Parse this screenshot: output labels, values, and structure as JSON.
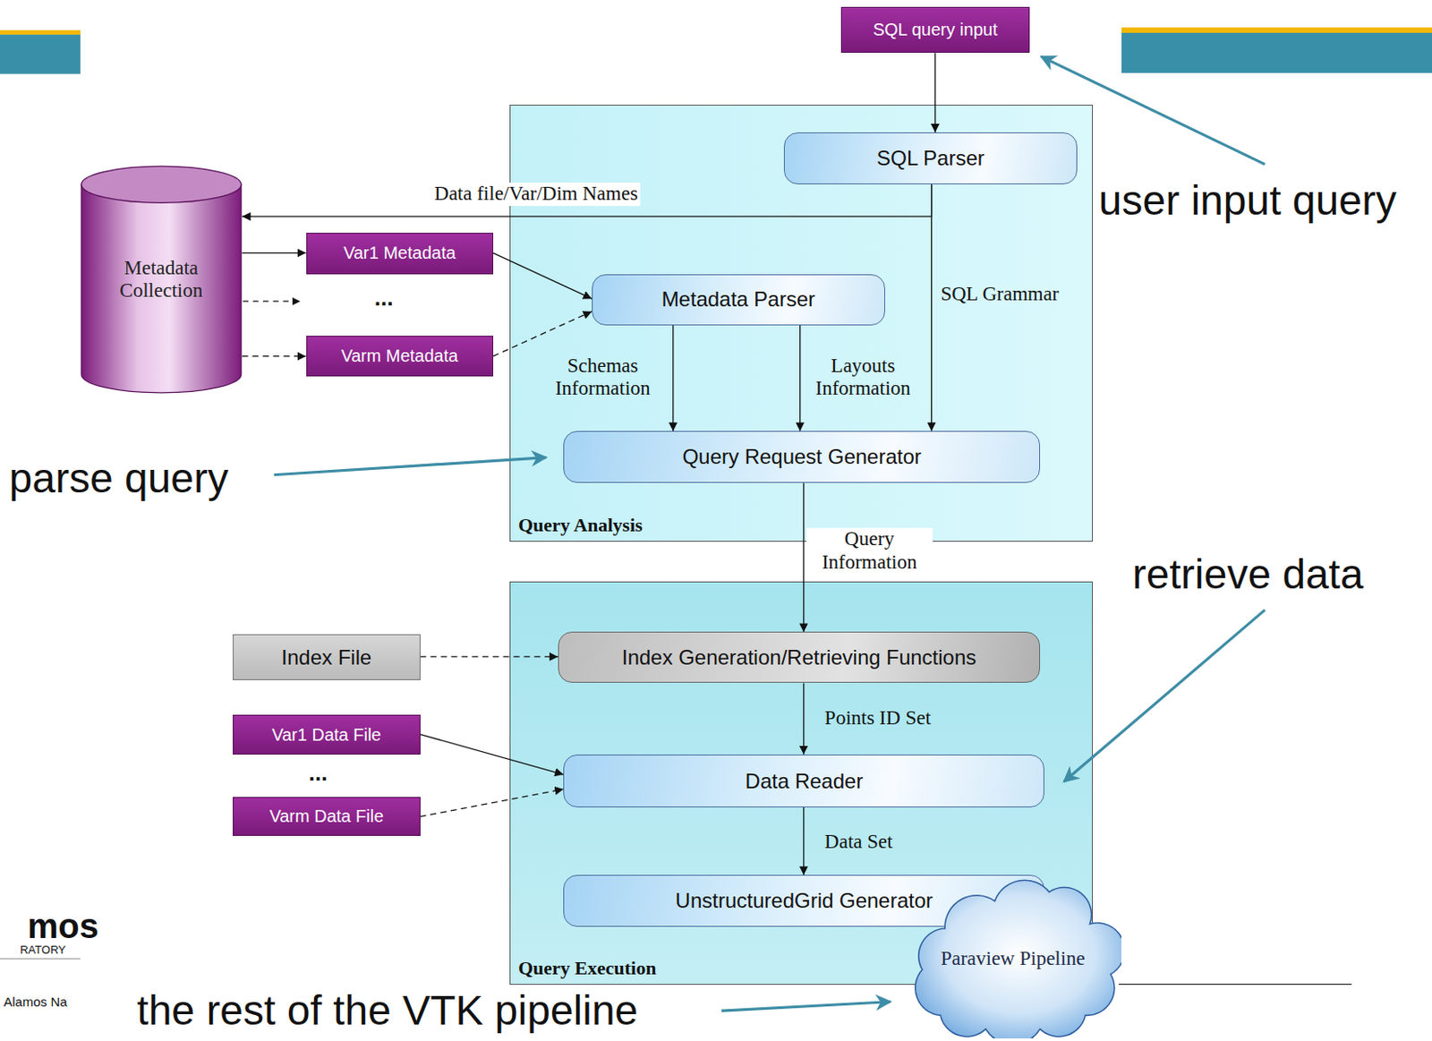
{
  "diagram": {
    "nodes": [
      {
        "text": [
          "SQL query input"
        ]
      },
      {
        "text": [
          "Query Analysis"
        ]
      },
      {
        "text": [
          "SQL Parser"
        ],
        "in": 1
      },
      {
        "text": [
          "Metadata Collection"
        ]
      },
      {
        "text": [
          "Var1 Metadata"
        ]
      },
      {
        "text": [
          "Varm Metadata"
        ]
      },
      {
        "text": [
          "Metadata Parser"
        ],
        "in": 1
      },
      {
        "text": [
          "Query Request Generator"
        ],
        "in": 1
      },
      {
        "text": [
          "Query Execution"
        ]
      },
      {
        "text": [
          "Index File"
        ]
      },
      {
        "text": [
          "Index Generation/Retrieving Functions"
        ],
        "in": 8
      },
      {
        "text": [
          "Var1 Data File"
        ]
      },
      {
        "text": [
          "Varm Data File"
        ]
      },
      {
        "text": [
          "Data Reader"
        ],
        "in": 8
      },
      {
        "text": [
          "UnstructuredGrid Generator"
        ],
        "in": 8
      },
      {
        "text": [
          "Paraview Pipeline"
        ]
      }
    ],
    "edges": [
      {
        "from": 0,
        "to": 2,
        "arrow": "to"
      },
      {
        "from": 2,
        "to": 3,
        "label": "Data file/Var/Dim Names",
        "arrow": "to"
      },
      {
        "from": 2,
        "to": 7,
        "label": "SQL Grammar",
        "arrow": "to"
      },
      {
        "from": 3,
        "to": 4,
        "arrow": "to"
      },
      {
        "from": 3,
        "to": 5,
        "arrow": "to"
      },
      {
        "from": 4,
        "to": 6,
        "arrow": "to"
      },
      {
        "from": 5,
        "to": 6,
        "arrow": "to"
      },
      {
        "from": 6,
        "to": 7,
        "label": "Schemas Information",
        "arrow": "to"
      },
      {
        "from": 6,
        "to": 7,
        "label": "Layouts Information",
        "arrow": "to"
      },
      {
        "from": 7,
        "to": 10,
        "label": "Query Information",
        "arrow": "to"
      },
      {
        "from": 9,
        "to": 10,
        "arrow": "to"
      },
      {
        "from": 10,
        "to": 13,
        "label": "Points ID Set",
        "arrow": "to"
      },
      {
        "from": 11,
        "to": 13,
        "arrow": "to"
      },
      {
        "from": 12,
        "to": 13,
        "arrow": "to"
      },
      {
        "from": 13,
        "to": 14,
        "label": "Data Set",
        "arrow": "to"
      }
    ],
    "labels": [
      "...",
      "...",
      "user input query",
      "parse query",
      "retrieve data",
      "the rest of the VTK pipeline",
      "mos",
      "RATORY",
      "Alamos Na"
    ]
  }
}
